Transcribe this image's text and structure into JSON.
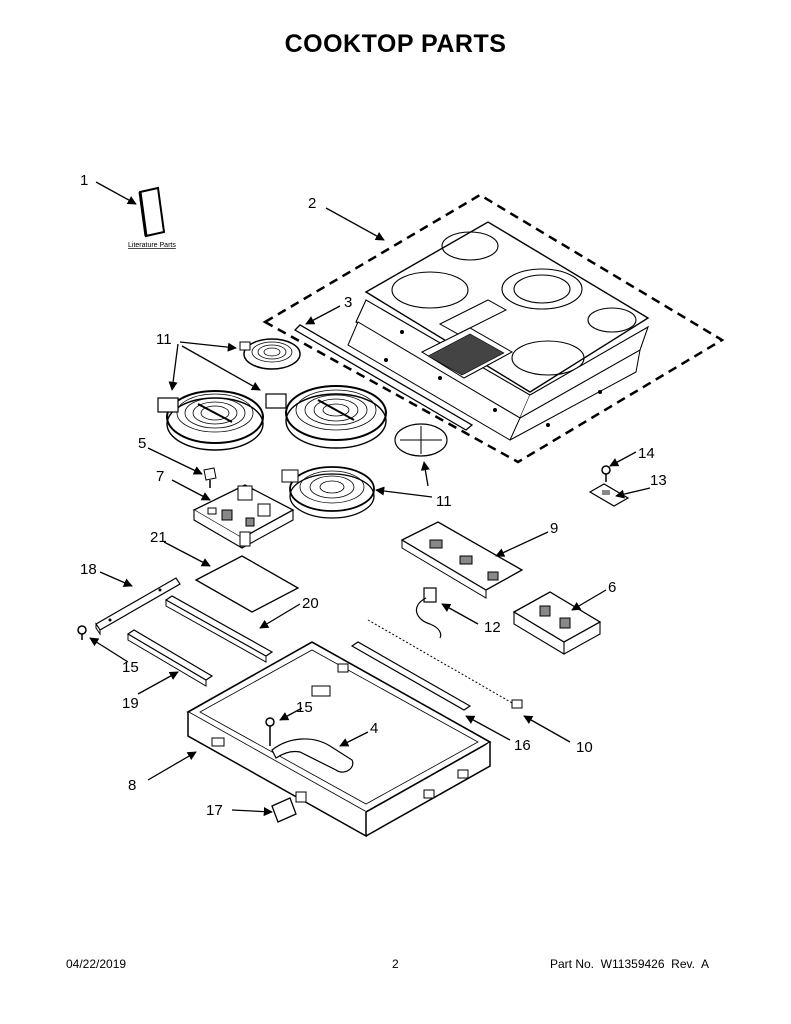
{
  "header": {
    "title": "COOKTOP PARTS"
  },
  "literature_label": "Literature Parts",
  "callouts": {
    "c1": "1",
    "c2": "2",
    "c3": "3",
    "c4": "4",
    "c5": "5",
    "c6": "6",
    "c7": "7",
    "c8": "8",
    "c9": "9",
    "c10": "10",
    "c11a": "11",
    "c11b": "11",
    "c12": "12",
    "c13": "13",
    "c14": "14",
    "c15a": "15",
    "c15b": "15",
    "c16": "16",
    "c17": "17",
    "c18": "18",
    "c19": "19",
    "c20": "20",
    "c21": "21"
  },
  "footer": {
    "date": "04/22/2019",
    "page": "2",
    "part_no": "Part No.  W11359426  Rev.  A"
  }
}
